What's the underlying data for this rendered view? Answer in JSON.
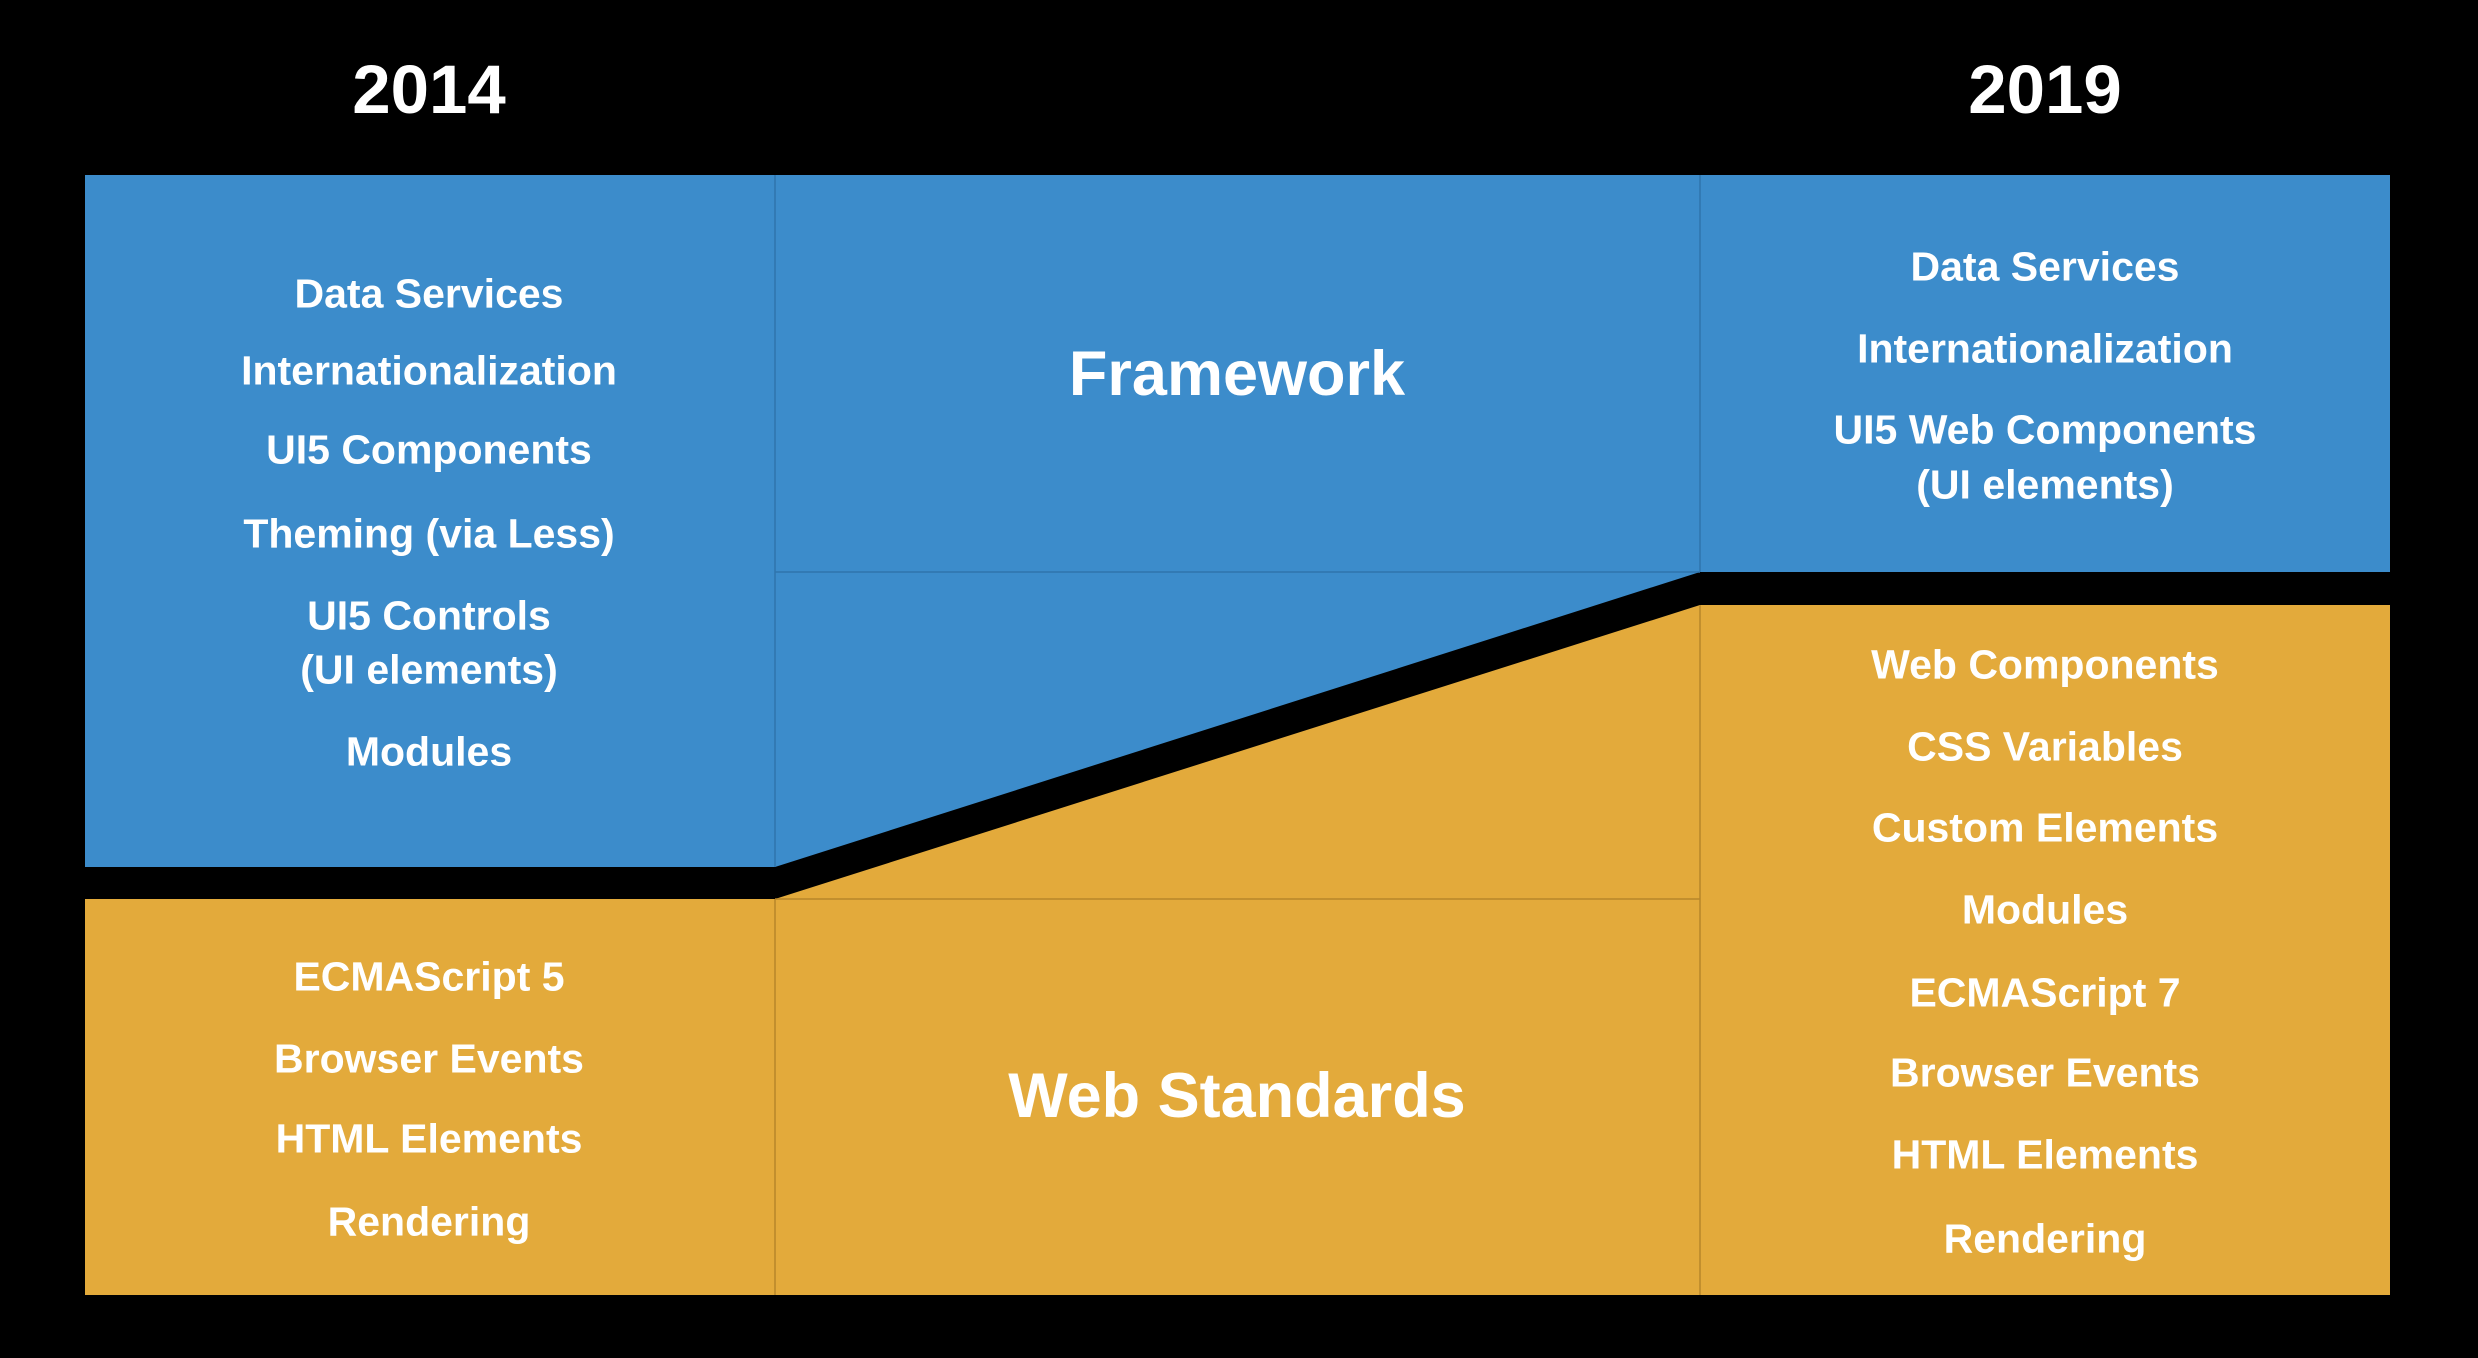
{
  "colors": {
    "framework": "#3C8CCB",
    "web_standards": "#E3AA3B",
    "background": "#000000"
  },
  "years": {
    "left": "2014",
    "right": "2019"
  },
  "center": {
    "framework": "Framework",
    "web_standards": "Web Standards"
  },
  "left_framework": [
    "Data Services",
    "Internationalization",
    "UI5 Components",
    "Theming (via Less)",
    "UI5 Controls",
    "(UI elements)",
    "Modules"
  ],
  "left_web": [
    "ECMAScript 5",
    "Browser Events",
    "HTML Elements",
    "Rendering"
  ],
  "right_framework": [
    "Data Services",
    "Internationalization",
    "UI5 Web Components",
    "(UI elements)"
  ],
  "right_web": [
    "Web Components",
    "CSS Variables",
    "Custom Elements",
    "Modules",
    "ECMAScript 7",
    "Browser Events",
    "HTML Elements",
    "Rendering"
  ]
}
